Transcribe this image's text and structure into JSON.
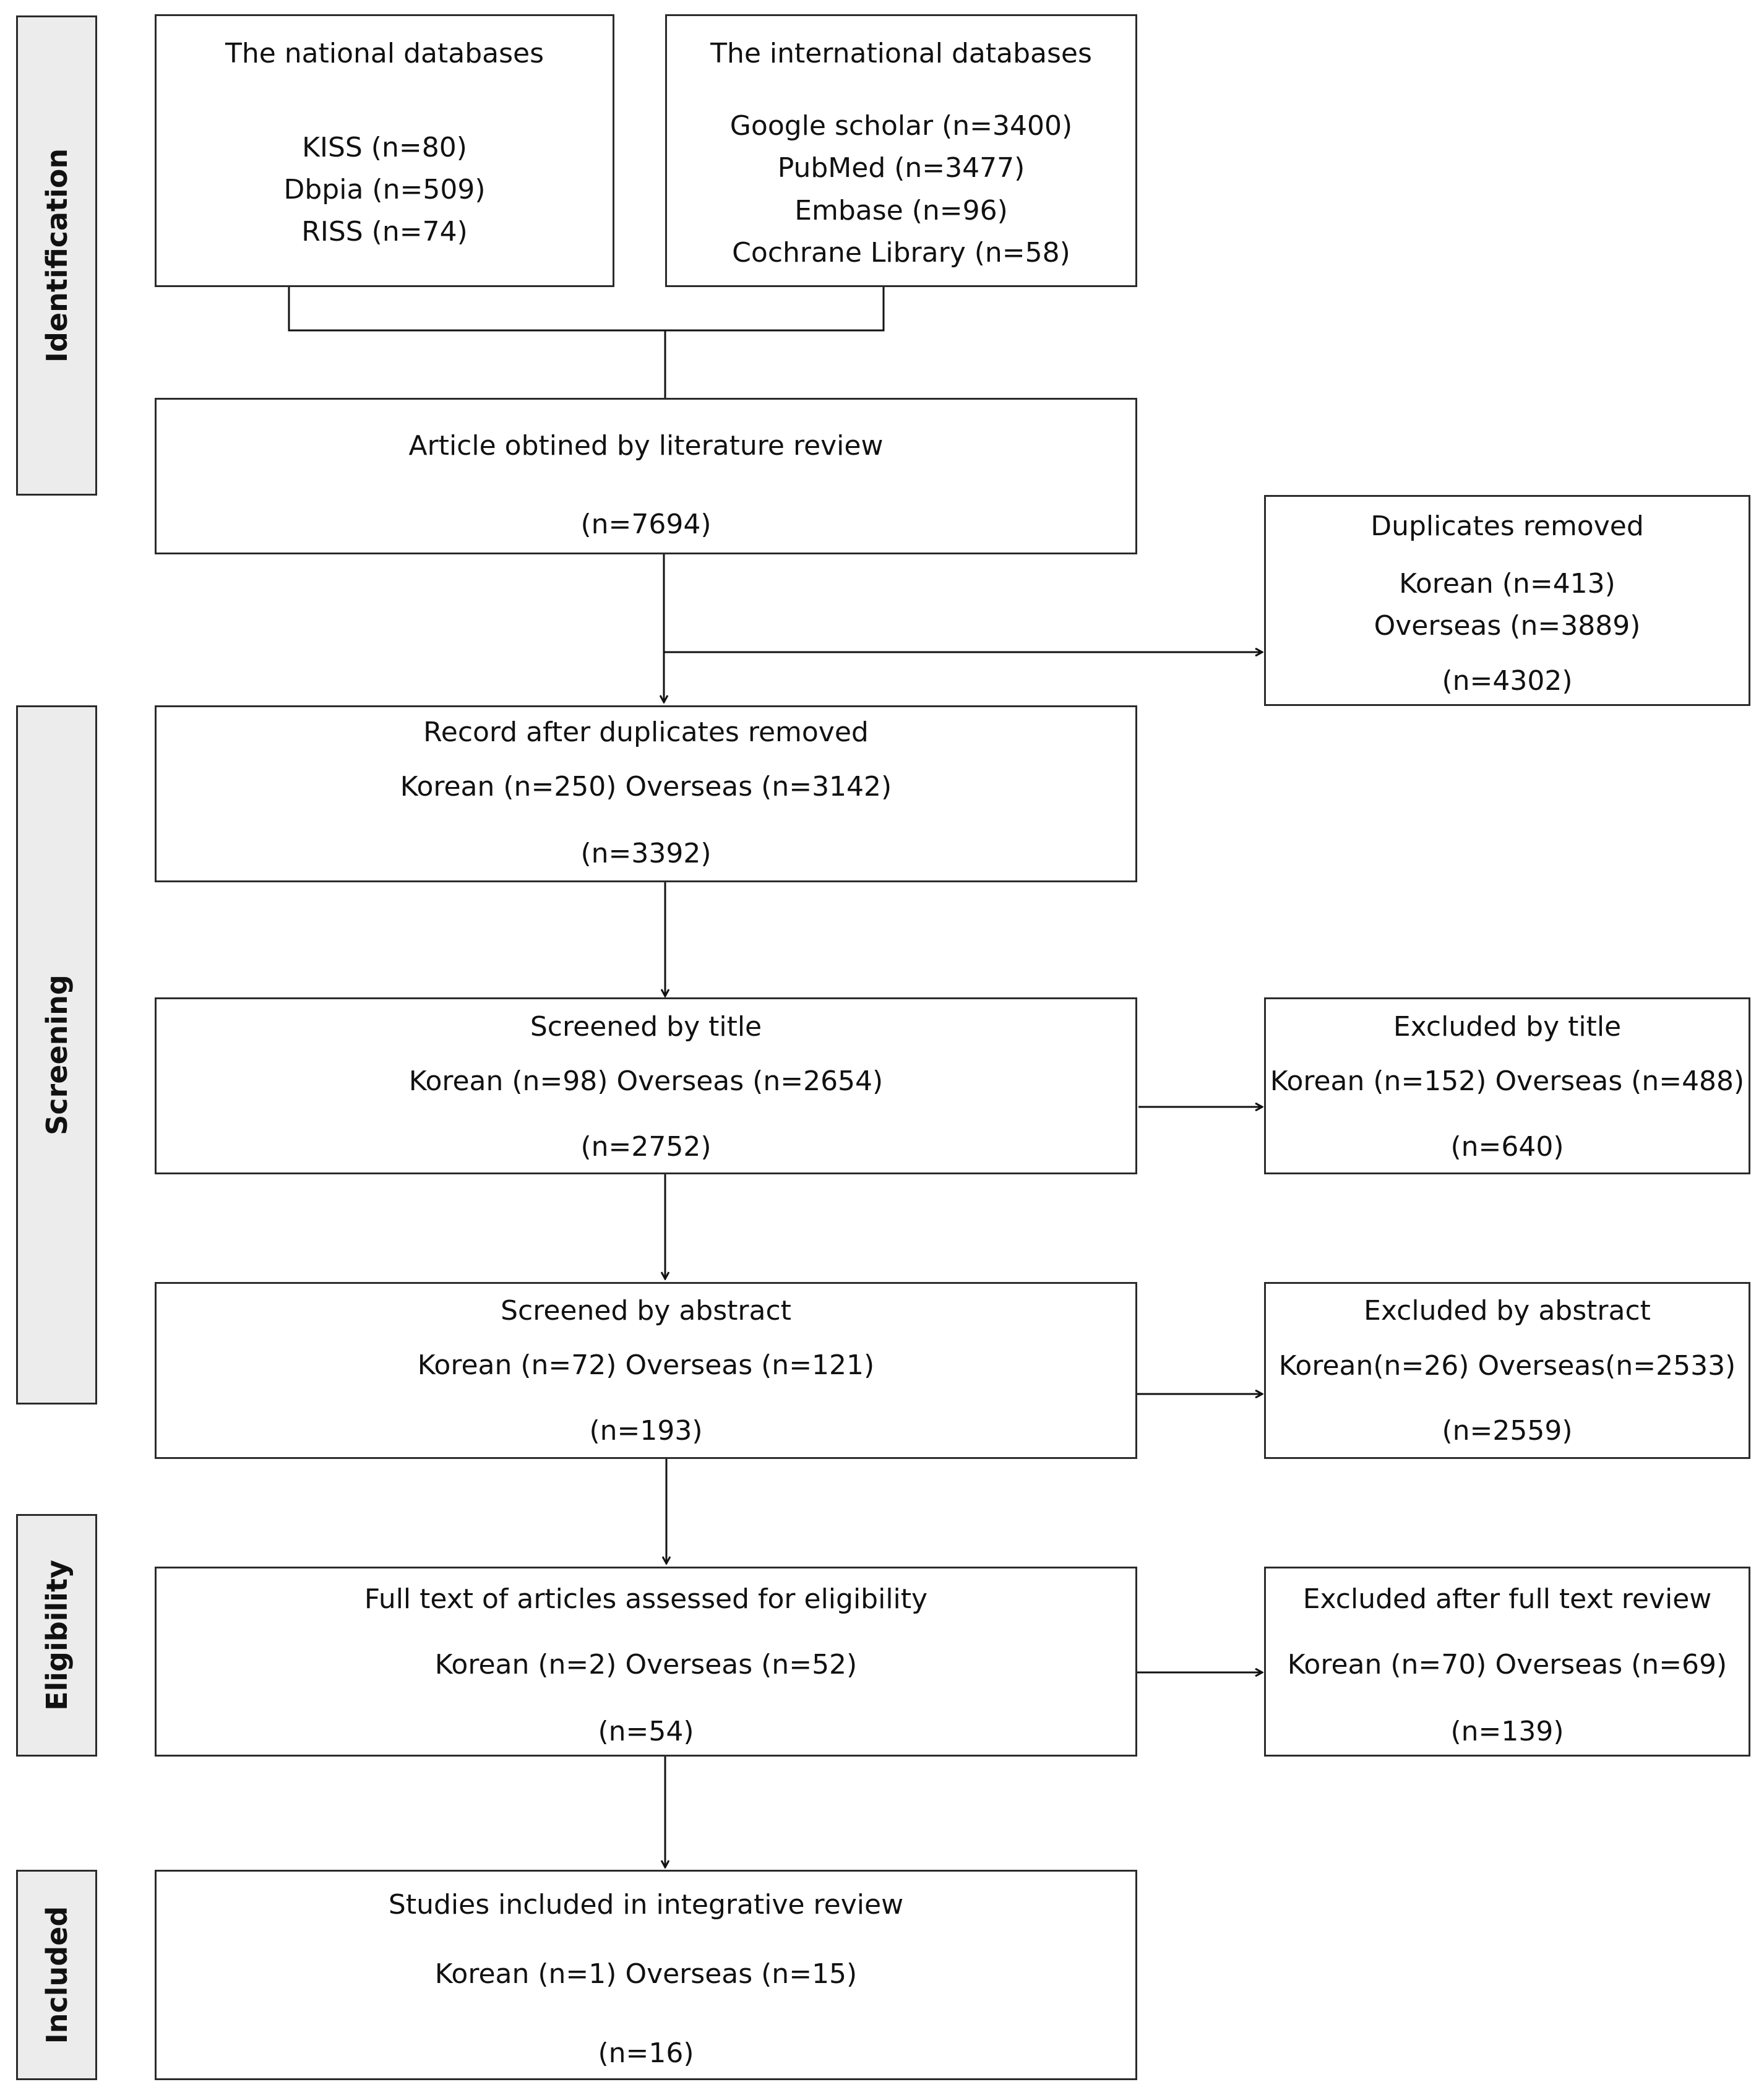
{
  "phases": {
    "identification": "Identification",
    "screening": "Screening",
    "eligibility": "Eligibility",
    "included": "Included"
  },
  "national": {
    "title": "The national databases",
    "lines": [
      "KISS (n=80)",
      "Dbpia (n=509)",
      "RISS (n=74)"
    ]
  },
  "international": {
    "title": "The international databases",
    "lines": [
      "Google scholar (n=3400)",
      "PubMed (n=3477)",
      "Embase (n=96)",
      "Cochrane Library (n=58)"
    ]
  },
  "obtained": {
    "title": "Article obtined by literature review",
    "total": "(n=7694)"
  },
  "duplicates": {
    "title": "Duplicates removed",
    "korean": "Korean (n=413)",
    "overseas": "Overseas (n=3889)",
    "total": "(n=4302)"
  },
  "after_dup": {
    "title": "Record after duplicates removed",
    "breakdown": "Korean (n=250) Overseas (n=3142)",
    "total": "(n=3392)"
  },
  "by_title": {
    "title": "Screened by title",
    "breakdown": "Korean (n=98) Overseas (n=2654)",
    "total": "(n=2752)"
  },
  "excl_title": {
    "title": "Excluded by title",
    "breakdown": "Korean (n=152) Overseas (n=488)",
    "total": "(n=640)"
  },
  "by_abstract": {
    "title": "Screened by abstract",
    "breakdown": "Korean (n=72) Overseas (n=121)",
    "total": "(n=193)"
  },
  "excl_abstract": {
    "title": "Excluded by abstract",
    "breakdown": "Korean(n=26) Overseas(n=2533)",
    "total": "(n=2559)"
  },
  "full_text": {
    "title": "Full text of articles assessed for eligibility",
    "breakdown": "Korean (n=2) Overseas (n=52)",
    "total": "(n=54)"
  },
  "excl_full": {
    "title": "Excluded after full text review",
    "breakdown": "Korean (n=70) Overseas (n=69)",
    "total": "(n=139)"
  },
  "included": {
    "title": "Studies included in integrative review",
    "breakdown": "Korean (n=1) Overseas (n=15)",
    "total": "(n=16)"
  }
}
